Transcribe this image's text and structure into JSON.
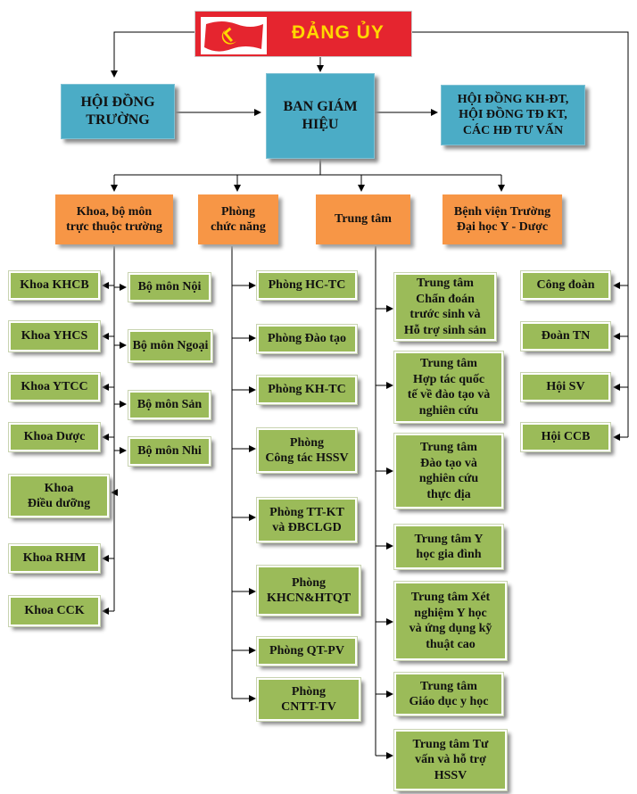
{
  "top": {
    "title": "ĐẢNG ỦY"
  },
  "level1": {
    "left": "HỘI ĐỒNG\nTRƯỜNG",
    "center": "BAN GIÁM\nHIỆU",
    "right": "HỘI ĐỒNG KH-ĐT,\nHỘI ĐỒNG TĐ KT,\nCÁC HĐ TƯ VẤN"
  },
  "level2": [
    "Khoa, bộ môn\ntrực thuộc trường",
    "Phòng\nchức năng",
    "Trung tâm",
    "Bệnh viện Trường\nĐại học Y - Dược"
  ],
  "faculties": [
    "Khoa KHCB",
    "Khoa YHCS",
    "Khoa YTCC",
    "Khoa Dược",
    "Khoa\nĐiều dưỡng",
    "Khoa RHM",
    "Khoa CCK"
  ],
  "departments": [
    "Bộ môn Nội",
    "Bộ môn  Ngoại",
    "Bộ môn Sản",
    "Bộ môn Nhi"
  ],
  "offices": [
    "Phòng HC-TC",
    "Phòng Đào tạo",
    "Phòng KH-TC",
    "Phòng\nCông tác HSSV",
    "Phòng TT-KT\nvà ĐBCLGD",
    "Phòng\nKHCN&HTQT",
    "Phòng QT-PV",
    "Phòng\nCNTT-TV"
  ],
  "centers": [
    "Trung tâm\nChẩn đoán\ntrước sinh và\nHỗ trợ sinh sản",
    "Trung tâm\nHợp tác quốc\ntế về đào tạo và\nnghiên cứu",
    "Trung tâm\nĐào tạo và\nnghiên cứu\nthực địa",
    "Trung tâm Y\nhọc gia đình",
    "Trung tâm Xét\nnghiệm Y học\nvà ứng dụng kỹ\nthuật cao",
    "Trung tâm\nGiáo dục y học",
    "Trung tâm Tư\nvấn và hỗ trợ\nHSSV"
  ],
  "organizations": [
    "Công đoàn",
    "Đoàn TN",
    "Hội SV",
    "Hội CCB"
  ],
  "colors": {
    "red": "#e5252f",
    "gold": "#ffd800",
    "blue": "#4bacc6",
    "orange": "#f79646",
    "green": "#9bbb59"
  },
  "icons": {
    "flag": "hammer-and-sickle-flag-icon"
  }
}
